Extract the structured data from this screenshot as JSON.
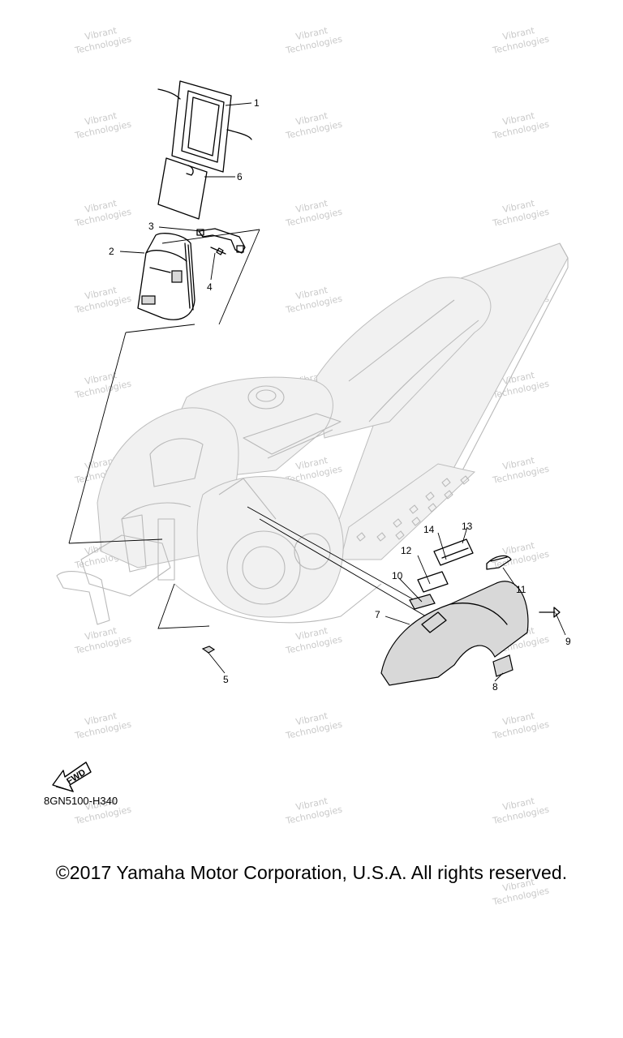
{
  "callouts": [
    "1",
    "2",
    "3",
    "4",
    "5",
    "6",
    "7",
    "8",
    "9",
    "10",
    "11",
    "12",
    "13",
    "14"
  ],
  "fwd_label": "FWD",
  "diagram_code": "8GN5100-H340",
  "watermark": {
    "line1": "Vibrant",
    "line2": "Technologies"
  },
  "copyright": "©2017 Yamaha Motor Corporation, U.S.A. All rights reserved."
}
